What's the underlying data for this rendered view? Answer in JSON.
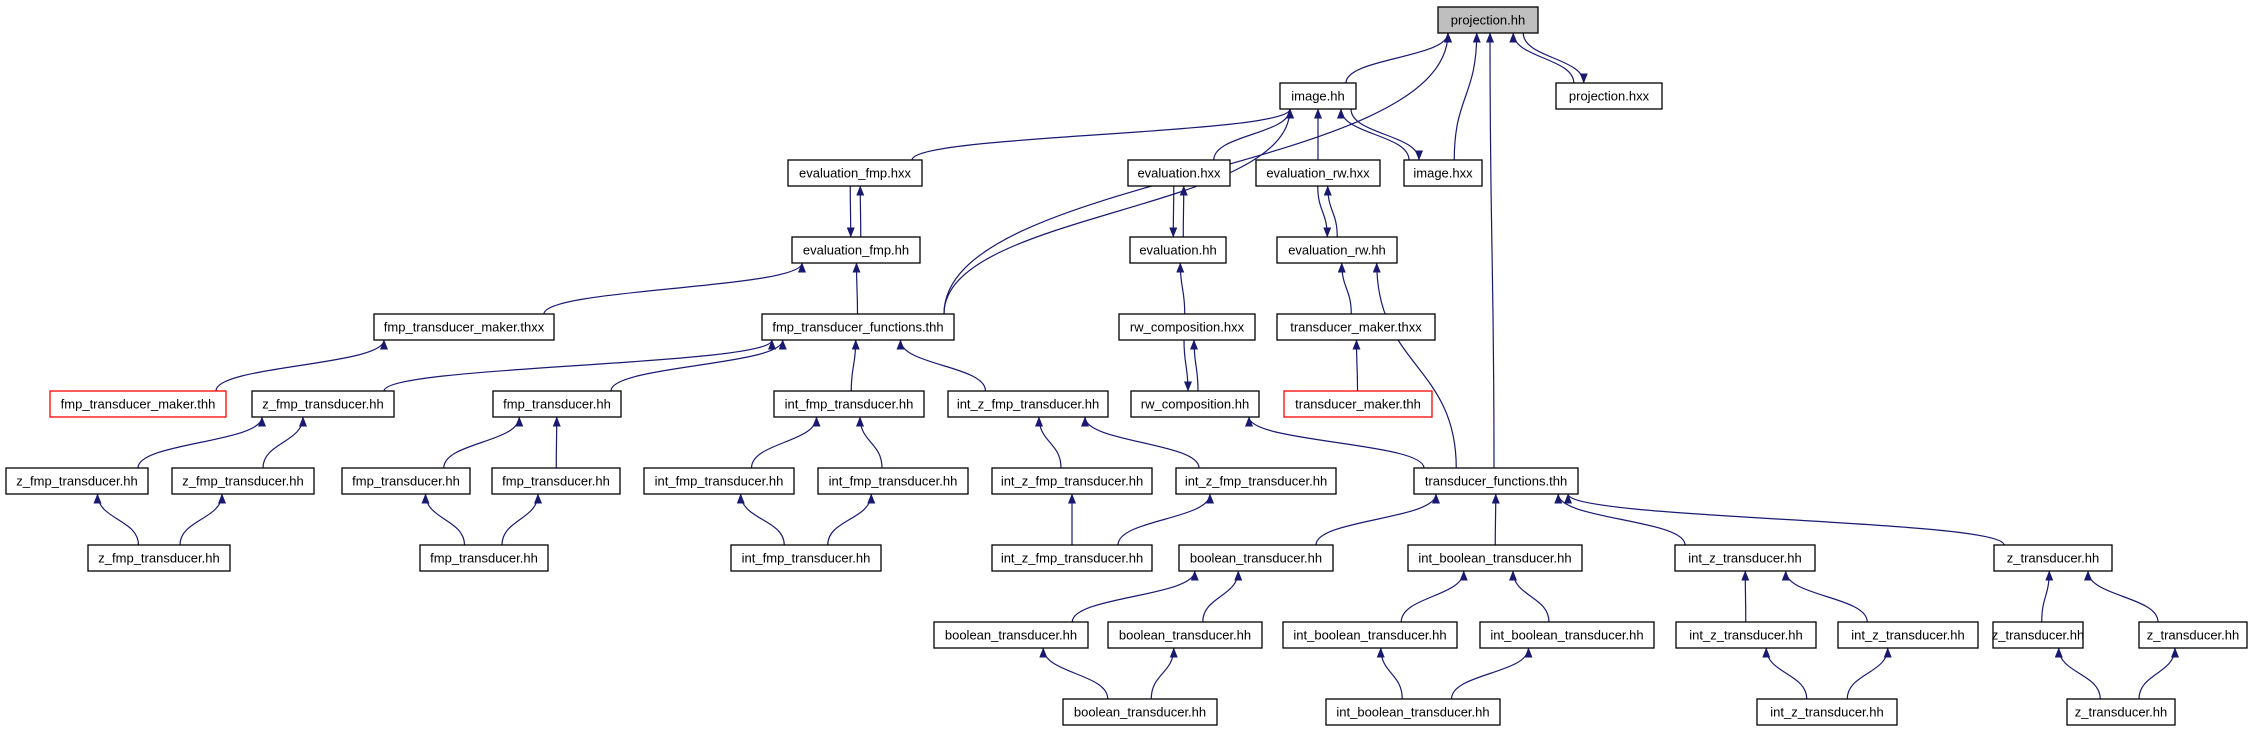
{
  "colors": {
    "edge": "#191970",
    "node_border": "#000000",
    "node_fill": "#ffffff",
    "root_fill": "#bfbfbf",
    "truncated_border": "#ff0000"
  },
  "graph": {
    "kind": "include-dependency graph",
    "nodes": [
      {
        "id": "projection_hh",
        "label": "projection.hh",
        "style": "root"
      },
      {
        "id": "projection_hxx",
        "label": "projection.hxx",
        "style": "normal"
      },
      {
        "id": "image_hh",
        "label": "image.hh",
        "style": "normal"
      },
      {
        "id": "image_hxx",
        "label": "image.hxx",
        "style": "normal"
      },
      {
        "id": "eval_fmp_hxx",
        "label": "evaluation_fmp.hxx",
        "style": "normal"
      },
      {
        "id": "eval_hxx",
        "label": "evaluation.hxx",
        "style": "normal"
      },
      {
        "id": "eval_rw_hxx",
        "label": "evaluation_rw.hxx",
        "style": "normal"
      },
      {
        "id": "eval_fmp_hh",
        "label": "evaluation_fmp.hh",
        "style": "normal"
      },
      {
        "id": "eval_hh",
        "label": "evaluation.hh",
        "style": "normal"
      },
      {
        "id": "eval_rw_hh",
        "label": "evaluation_rw.hh",
        "style": "normal"
      },
      {
        "id": "fmp_maker_thxx",
        "label": "fmp_transducer_maker.thxx",
        "style": "normal"
      },
      {
        "id": "fmp_tf_thh",
        "label": "fmp_transducer_functions.thh",
        "style": "normal"
      },
      {
        "id": "rw_comp_hxx",
        "label": "rw_composition.hxx",
        "style": "normal"
      },
      {
        "id": "t_maker_thxx",
        "label": "transducer_maker.thxx",
        "style": "normal"
      },
      {
        "id": "fmp_maker_thh",
        "label": "fmp_transducer_maker.thh",
        "style": "truncated"
      },
      {
        "id": "zfmp_t_a",
        "label": "z_fmp_transducer.hh",
        "style": "normal"
      },
      {
        "id": "fmp_t_a",
        "label": "fmp_transducer.hh",
        "style": "normal"
      },
      {
        "id": "ifmp_t_a",
        "label": "int_fmp_transducer.hh",
        "style": "normal"
      },
      {
        "id": "izfmp_t_a",
        "label": "int_z_fmp_transducer.hh",
        "style": "normal"
      },
      {
        "id": "rw_comp_hh",
        "label": "rw_composition.hh",
        "style": "normal"
      },
      {
        "id": "t_maker_thh",
        "label": "transducer_maker.thh",
        "style": "truncated"
      },
      {
        "id": "zfmp_t_b",
        "label": "z_fmp_transducer.hh",
        "style": "normal"
      },
      {
        "id": "zfmp_t_c",
        "label": "z_fmp_transducer.hh",
        "style": "normal"
      },
      {
        "id": "fmp_t_b",
        "label": "fmp_transducer.hh",
        "style": "normal"
      },
      {
        "id": "fmp_t_c",
        "label": "fmp_transducer.hh",
        "style": "normal"
      },
      {
        "id": "ifmp_t_b",
        "label": "int_fmp_transducer.hh",
        "style": "normal"
      },
      {
        "id": "ifmp_t_c",
        "label": "int_fmp_transducer.hh",
        "style": "normal"
      },
      {
        "id": "izfmp_t_b",
        "label": "int_z_fmp_transducer.hh",
        "style": "normal"
      },
      {
        "id": "izfmp_t_c",
        "label": "int_z_fmp_transducer.hh",
        "style": "normal"
      },
      {
        "id": "tf_thh",
        "label": "transducer_functions.thh",
        "style": "normal"
      },
      {
        "id": "zfmp_t_d",
        "label": "z_fmp_transducer.hh",
        "style": "normal"
      },
      {
        "id": "fmp_t_d",
        "label": "fmp_transducer.hh",
        "style": "normal"
      },
      {
        "id": "ifmp_t_d",
        "label": "int_fmp_transducer.hh",
        "style": "normal"
      },
      {
        "id": "izfmp_t_d",
        "label": "int_z_fmp_transducer.hh",
        "style": "normal"
      },
      {
        "id": "bool_t_a",
        "label": "boolean_transducer.hh",
        "style": "normal"
      },
      {
        "id": "ibool_t_a",
        "label": "int_boolean_transducer.hh",
        "style": "normal"
      },
      {
        "id": "iz_t_a",
        "label": "int_z_transducer.hh",
        "style": "normal"
      },
      {
        "id": "z_t_a",
        "label": "z_transducer.hh",
        "style": "normal"
      },
      {
        "id": "bool_t_b",
        "label": "boolean_transducer.hh",
        "style": "normal"
      },
      {
        "id": "bool_t_c",
        "label": "boolean_transducer.hh",
        "style": "normal"
      },
      {
        "id": "ibool_t_b",
        "label": "int_boolean_transducer.hh",
        "style": "normal"
      },
      {
        "id": "ibool_t_c",
        "label": "int_boolean_transducer.hh",
        "style": "normal"
      },
      {
        "id": "iz_t_b",
        "label": "int_z_transducer.hh",
        "style": "normal"
      },
      {
        "id": "iz_t_c",
        "label": "int_z_transducer.hh",
        "style": "normal"
      },
      {
        "id": "z_t_b",
        "label": "z_transducer.hh",
        "style": "normal"
      },
      {
        "id": "z_t_c",
        "label": "z_transducer.hh",
        "style": "normal"
      },
      {
        "id": "bool_t_d",
        "label": "boolean_transducer.hh",
        "style": "normal"
      },
      {
        "id": "ibool_t_d",
        "label": "int_boolean_transducer.hh",
        "style": "normal"
      },
      {
        "id": "iz_t_d",
        "label": "int_z_transducer.hh",
        "style": "normal"
      },
      {
        "id": "z_t_d",
        "label": "z_transducer.hh",
        "style": "normal"
      }
    ],
    "edges": [
      [
        "projection_hxx",
        "projection_hh"
      ],
      [
        "projection_hh",
        "projection_hxx"
      ],
      [
        "image_hh",
        "projection_hh"
      ],
      [
        "image_hxx",
        "projection_hh"
      ],
      [
        "fmp_tf_thh",
        "projection_hh"
      ],
      [
        "tf_thh",
        "projection_hh"
      ],
      [
        "image_hxx",
        "image_hh"
      ],
      [
        "image_hh",
        "image_hxx"
      ],
      [
        "eval_fmp_hxx",
        "image_hh"
      ],
      [
        "eval_hxx",
        "image_hh"
      ],
      [
        "eval_rw_hxx",
        "image_hh"
      ],
      [
        "fmp_tf_thh",
        "image_hh"
      ],
      [
        "eval_fmp_hh",
        "eval_fmp_hxx"
      ],
      [
        "eval_fmp_hxx",
        "eval_fmp_hh"
      ],
      [
        "eval_hh",
        "eval_hxx"
      ],
      [
        "eval_hxx",
        "eval_hh"
      ],
      [
        "eval_rw_hh",
        "eval_rw_hxx"
      ],
      [
        "eval_rw_hxx",
        "eval_rw_hh"
      ],
      [
        "fmp_maker_thxx",
        "eval_fmp_hh"
      ],
      [
        "fmp_tf_thh",
        "eval_fmp_hh"
      ],
      [
        "rw_comp_hxx",
        "eval_hh"
      ],
      [
        "t_maker_thxx",
        "eval_rw_hh"
      ],
      [
        "tf_thh",
        "eval_rw_hh"
      ],
      [
        "fmp_maker_thh",
        "fmp_maker_thxx"
      ],
      [
        "zfmp_t_a",
        "fmp_tf_thh"
      ],
      [
        "fmp_t_a",
        "fmp_tf_thh"
      ],
      [
        "ifmp_t_a",
        "fmp_tf_thh"
      ],
      [
        "izfmp_t_a",
        "fmp_tf_thh"
      ],
      [
        "rw_comp_hh",
        "rw_comp_hxx"
      ],
      [
        "rw_comp_hxx",
        "rw_comp_hh"
      ],
      [
        "t_maker_thh",
        "t_maker_thxx"
      ],
      [
        "tf_thh",
        "rw_comp_hh"
      ],
      [
        "zfmp_t_b",
        "zfmp_t_a"
      ],
      [
        "zfmp_t_c",
        "zfmp_t_a"
      ],
      [
        "fmp_t_b",
        "fmp_t_a"
      ],
      [
        "fmp_t_c",
        "fmp_t_a"
      ],
      [
        "ifmp_t_b",
        "ifmp_t_a"
      ],
      [
        "ifmp_t_c",
        "ifmp_t_a"
      ],
      [
        "izfmp_t_b",
        "izfmp_t_a"
      ],
      [
        "izfmp_t_c",
        "izfmp_t_a"
      ],
      [
        "zfmp_t_d",
        "zfmp_t_b"
      ],
      [
        "zfmp_t_d",
        "zfmp_t_c"
      ],
      [
        "fmp_t_d",
        "fmp_t_b"
      ],
      [
        "fmp_t_d",
        "fmp_t_c"
      ],
      [
        "ifmp_t_d",
        "ifmp_t_b"
      ],
      [
        "ifmp_t_d",
        "ifmp_t_c"
      ],
      [
        "izfmp_t_d",
        "izfmp_t_b"
      ],
      [
        "izfmp_t_d",
        "izfmp_t_c"
      ],
      [
        "bool_t_a",
        "tf_thh"
      ],
      [
        "ibool_t_a",
        "tf_thh"
      ],
      [
        "iz_t_a",
        "tf_thh"
      ],
      [
        "z_t_a",
        "tf_thh"
      ],
      [
        "bool_t_b",
        "bool_t_a"
      ],
      [
        "bool_t_c",
        "bool_t_a"
      ],
      [
        "ibool_t_b",
        "ibool_t_a"
      ],
      [
        "ibool_t_c",
        "ibool_t_a"
      ],
      [
        "iz_t_b",
        "iz_t_a"
      ],
      [
        "iz_t_c",
        "iz_t_a"
      ],
      [
        "z_t_b",
        "z_t_a"
      ],
      [
        "z_t_c",
        "z_t_a"
      ],
      [
        "bool_t_d",
        "bool_t_b"
      ],
      [
        "bool_t_d",
        "bool_t_c"
      ],
      [
        "ibool_t_d",
        "ibool_t_b"
      ],
      [
        "ibool_t_d",
        "ibool_t_c"
      ],
      [
        "iz_t_d",
        "iz_t_b"
      ],
      [
        "iz_t_d",
        "iz_t_c"
      ],
      [
        "z_t_d",
        "z_t_b"
      ],
      [
        "z_t_d",
        "z_t_c"
      ]
    ]
  }
}
